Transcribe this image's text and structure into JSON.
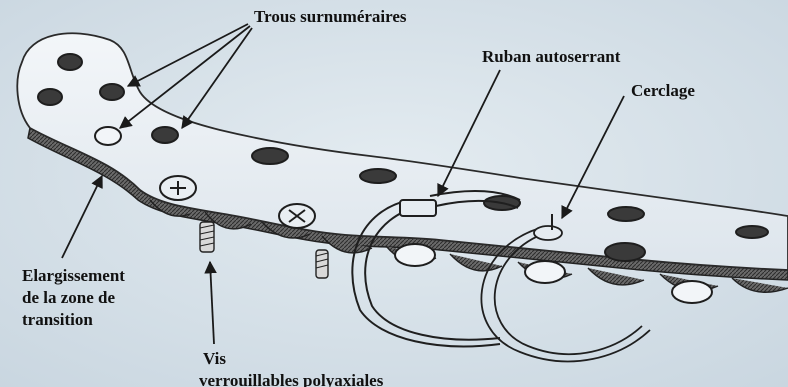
{
  "colors": {
    "background": "#d8e2ea",
    "plate": "#e6ecf1",
    "outline": "#2a2a2a",
    "hole": "#3c3c3c",
    "shadow": "#4a4a4a"
  },
  "labels": {
    "trous": "Trous surnuméraires",
    "ruban": "Ruban autoserrant",
    "cerclage": "Cerclage",
    "elargissement": [
      "Elargissement",
      "de la zone de",
      "transition"
    ],
    "vis": [
      "Vis",
      "verrouillables polyaxiales"
    ]
  }
}
